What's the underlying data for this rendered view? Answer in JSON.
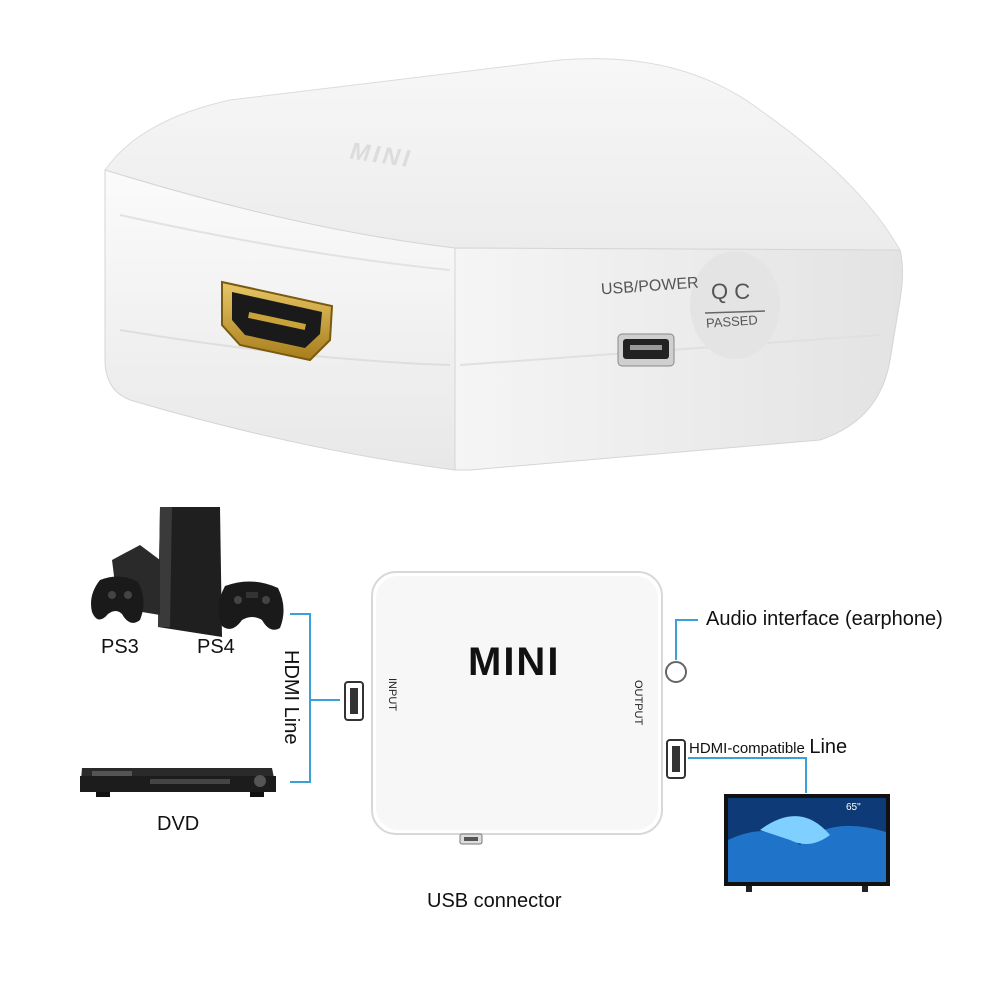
{
  "product_photo": {
    "top_logo": "MINI",
    "usb_power_label": "USB/POWER",
    "qc_badge": {
      "line1": "Q C",
      "line2": "PASSED"
    },
    "colors": {
      "body": "#f4f4f4",
      "shadow": "#d9d9d9",
      "gold": "#c9a23a"
    }
  },
  "diagram": {
    "device_logo": "MINI",
    "input_label": "INPUT",
    "output_label": "OUTPUT",
    "hdmi_line_label": "HDMI Line",
    "audio_label": "Audio interface (earphone)",
    "hdmi_out_label_small": "HDMI-compatible",
    "hdmi_out_label_big": "Line",
    "usb_label": "USB connector",
    "ps3_label": "PS3",
    "ps4_label": "PS4",
    "dvd_label": "DVD",
    "tv_size_label": "65\"",
    "colors": {
      "connector_line": "#3aa0d8",
      "text": "#111111"
    }
  }
}
